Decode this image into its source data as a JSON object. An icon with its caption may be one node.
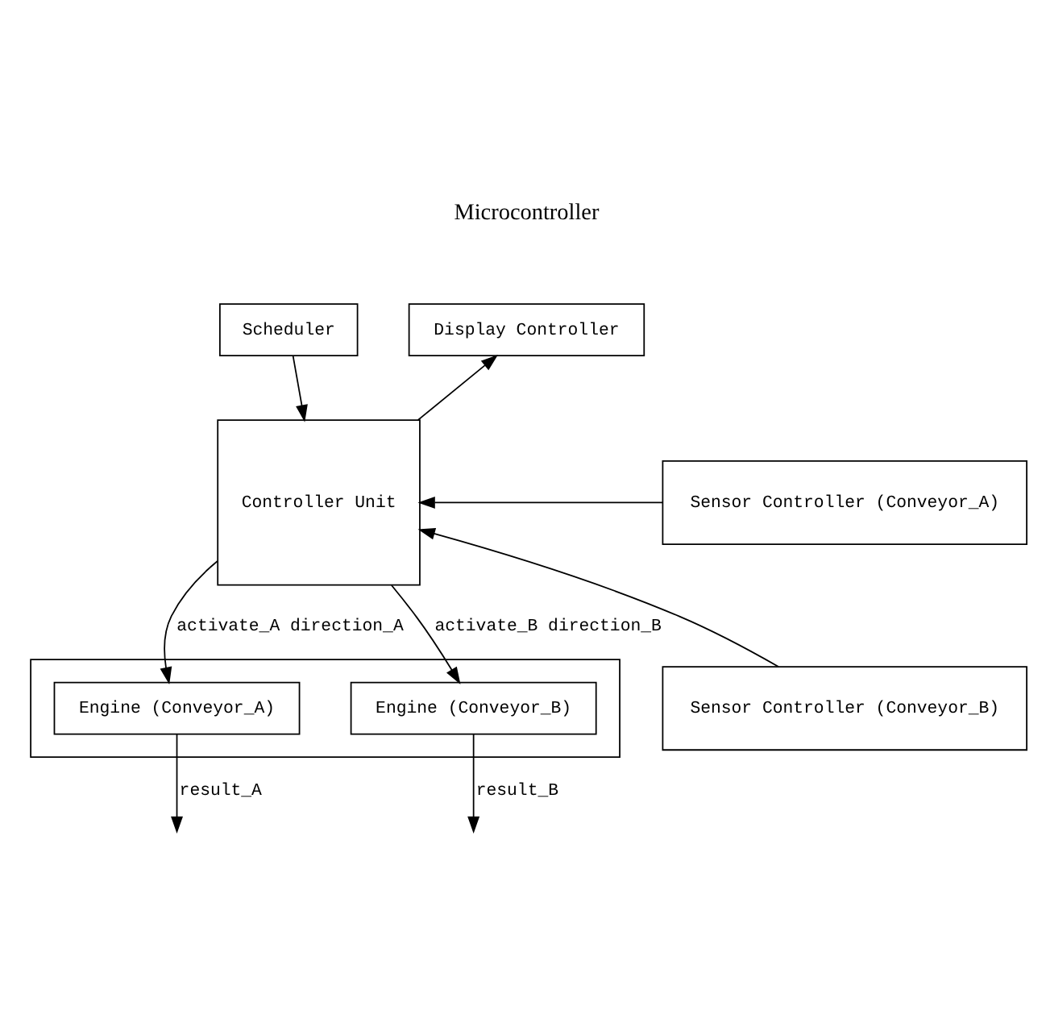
{
  "diagram": {
    "nodes": [
      {
        "text": [
          "Scheduler"
        ]
      },
      {
        "text": [
          "Display Controller"
        ]
      },
      {
        "text": [
          "Controller Unit"
        ]
      },
      {
        "text": [
          "Sensor Controller (Conveyor_A)"
        ]
      },
      {
        "text": [
          "Sensor Controller (Conveyor_B)"
        ]
      },
      {
        "text": [],
        "shape": "box"
      },
      {
        "text": [
          "Engine (Conveyor_A)"
        ],
        "in": 5
      },
      {
        "text": [
          "Engine (Conveyor_B)"
        ],
        "in": 5
      }
    ],
    "edges": [
      {
        "from": 0,
        "to": 2,
        "arrow": "to"
      },
      {
        "from": 2,
        "to": 1,
        "arrow": "to"
      },
      {
        "from": 3,
        "to": 2,
        "arrow": "to"
      },
      {
        "from": 4,
        "to": 2,
        "arrow": "to"
      },
      {
        "from": 2,
        "to": 6,
        "arrow": "to",
        "label": "activate_A direction_A"
      },
      {
        "from": 2,
        "to": 7,
        "arrow": "to",
        "label": "activate_B direction_B"
      },
      {
        "from": 6,
        "to": null,
        "arrow": "to",
        "label": "result_A"
      },
      {
        "from": 7,
        "to": null,
        "arrow": "to",
        "label": "result_B"
      }
    ],
    "labels": [
      "Microcontroller"
    ]
  }
}
